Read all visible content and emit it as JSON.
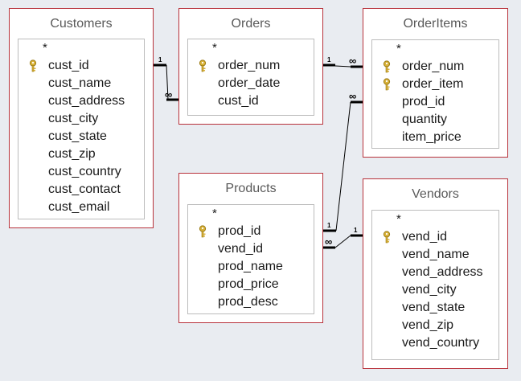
{
  "tables": {
    "customers": {
      "name": "Customers",
      "fields": [
        "*",
        "cust_id",
        "cust_name",
        "cust_address",
        "cust_city",
        "cust_state",
        "cust_zip",
        "cust_country",
        "cust_contact",
        "cust_email"
      ]
    },
    "orders": {
      "name": "Orders",
      "fields": [
        "*",
        "order_num",
        "order_date",
        "cust_id"
      ]
    },
    "orderitems": {
      "name": "OrderItems",
      "fields": [
        "*",
        "order_num",
        "order_item",
        "prod_id",
        "quantity",
        "item_price"
      ]
    },
    "products": {
      "name": "Products",
      "fields": [
        "*",
        "prod_id",
        "vend_id",
        "prod_name",
        "prod_price",
        "prod_desc"
      ]
    },
    "vendors": {
      "name": "Vendors",
      "fields": [
        "*",
        "vend_id",
        "vend_name",
        "vend_address",
        "vend_city",
        "vend_state",
        "vend_zip",
        "vend_country"
      ]
    }
  },
  "relationships": [
    {
      "one_label": "1",
      "many_label": "∞"
    },
    {
      "one_label": "1",
      "many_label": "∞"
    },
    {
      "one_label": "1",
      "many_label": "∞"
    },
    {
      "one_label": "1",
      "many_label": "∞"
    }
  ],
  "icons": {
    "primary_key": "key-icon"
  },
  "colors": {
    "table_border": "#b8323b",
    "key": "#c9a227",
    "background": "#e9ecf1"
  }
}
